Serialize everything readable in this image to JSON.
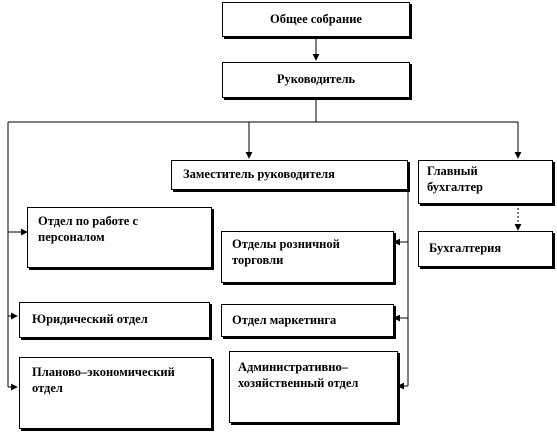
{
  "nodes": {
    "general_meeting": "Общее собрание",
    "director": "Руководитель",
    "deputy_director": "Заместитель руководителя",
    "chief_accountant": "Главный бухгалтер",
    "hr_department": "Отдел по работе с персоналом",
    "legal_department": "Юридический отдел",
    "planning_economic_department": "Планово–экономический отдел",
    "retail_departments": "Отделы розничной торговли",
    "marketing_department": "Отдел маркетинга",
    "administrative_department": "Административно–хозяйственный отдел",
    "accounting": "Бухгалтерия"
  }
}
